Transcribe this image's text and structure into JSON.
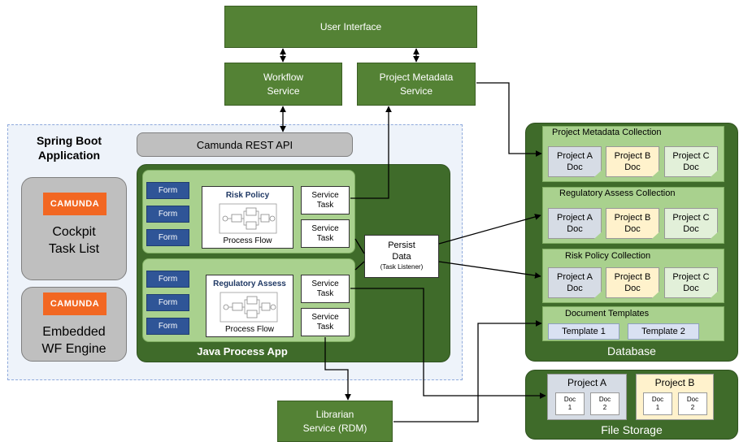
{
  "top": {
    "user_interface": "User Interface",
    "workflow_service": "Workflow\nService",
    "project_metadata_service": "Project Metadata\nService"
  },
  "spring_boot": {
    "title": "Spring Boot\nApplication",
    "camunda_rest_api": "Camunda REST API",
    "cockpit": {
      "logo": "CAMUNDA",
      "label": "Cockpit\nTask List"
    },
    "engine": {
      "logo": "CAMUNDA",
      "label": "Embedded\nWF Engine"
    }
  },
  "java_app": {
    "title": "Java Process App",
    "risk": {
      "forms": [
        "Form",
        "Form",
        "Form"
      ],
      "process_title": "Risk Policy",
      "process_flow": "Process Flow",
      "service_tasks": [
        "Service\nTask",
        "Service\nTask"
      ]
    },
    "regulatory": {
      "forms": [
        "Form",
        "Form",
        "Form"
      ],
      "process_title": "Regulatory Assess",
      "process_flow": "Process Flow",
      "service_tasks": [
        "Service\nTask",
        "Service\nTask"
      ]
    },
    "persist": {
      "label": "Persist\nData",
      "sub": "(Task Listener)"
    }
  },
  "librarian": "Librarian\nService (RDM)",
  "database": {
    "title": "Database",
    "collections": [
      {
        "title": "Project Metadata Collection",
        "docs": [
          "Project A\nDoc",
          "Project B\nDoc",
          "Project C\nDoc"
        ]
      },
      {
        "title": "Regulatory Assess Collection",
        "docs": [
          "Project A\nDoc",
          "Project B\nDoc",
          "Project C\nDoc"
        ]
      },
      {
        "title": "Risk Policy Collection",
        "docs": [
          "Project A\nDoc",
          "Project B\nDoc",
          "Project C\nDoc"
        ]
      }
    ],
    "templates": {
      "title": "Document Templates",
      "items": [
        "Template 1",
        "Template 2"
      ]
    }
  },
  "file_storage": {
    "title": "File Storage",
    "projects": [
      {
        "name": "Project A",
        "docs": [
          "Doc\n1",
          "Doc\n2"
        ]
      },
      {
        "name": "Project B",
        "docs": [
          "Doc\n1",
          "Doc\n2"
        ]
      }
    ]
  },
  "colors": {
    "green": "#548235",
    "dark_green": "#3f6b2a",
    "light_green": "#a9d18e",
    "form_blue": "#2f5597",
    "camunda_orange": "#f26722"
  }
}
